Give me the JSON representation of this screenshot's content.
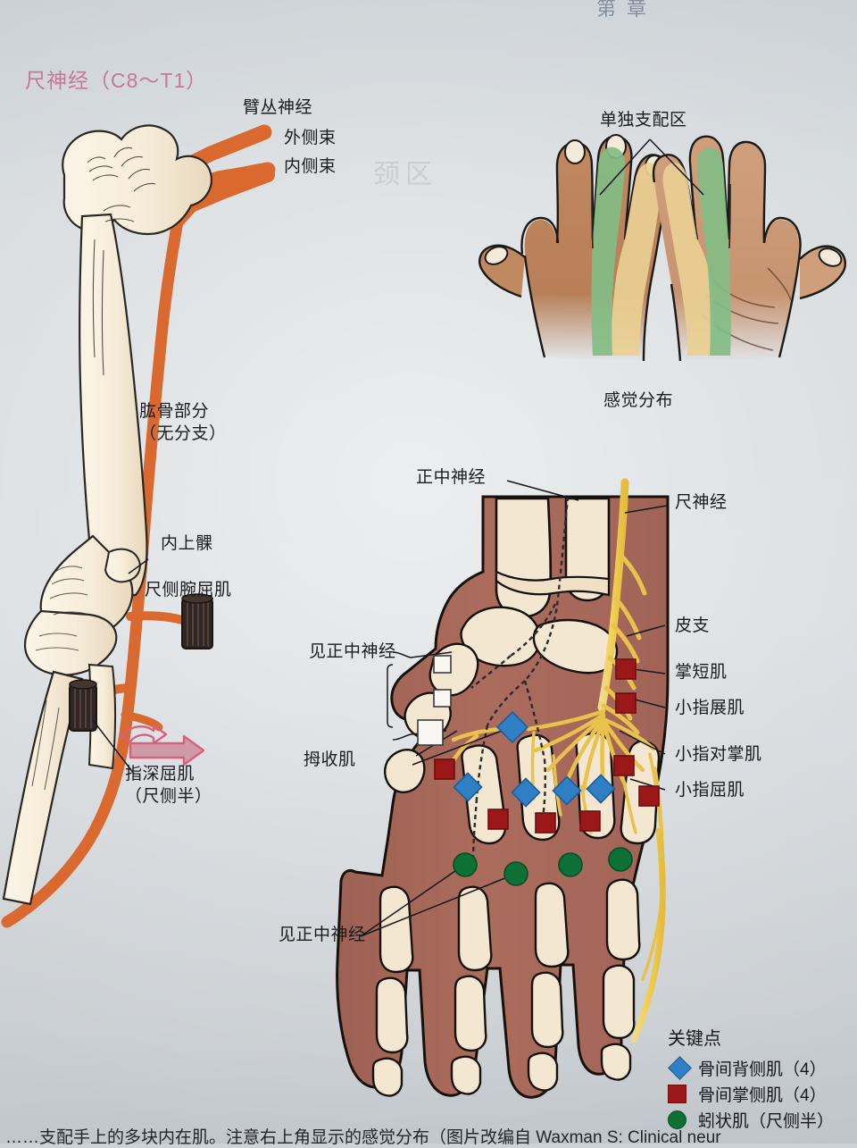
{
  "page": {
    "header_fragment": "第 章",
    "watermark": "颈区",
    "background_color": "#cdd2d6",
    "title": "尺神经（C8～T1）",
    "title_color": "#c4789a"
  },
  "arm_panel": {
    "labels": [
      {
        "id": "brachial-plexus",
        "text": "臂丛神经"
      },
      {
        "id": "lateral-cord",
        "text": "外侧束"
      },
      {
        "id": "medial-cord",
        "text": "内侧束"
      },
      {
        "id": "humeral-part",
        "text": "肱骨部分\n（无分支）"
      },
      {
        "id": "medial-epicondyle",
        "text": "内上髁"
      },
      {
        "id": "fcu",
        "text": "尺侧腕屈肌"
      },
      {
        "id": "fdp",
        "text": "指深屈肌\n（尺侧半）"
      }
    ],
    "nerve_color": "#d9692f",
    "bone_color": "#f7eede",
    "muscle_block_color": "#2e2724",
    "arrow_color": "#d8607f"
  },
  "hands_panel": {
    "top_label": "单独支配区",
    "bottom_label": "感觉分布",
    "skin_color": "#c08a63",
    "palm_color": "#cf9e7c",
    "zone_yellow": "#e9cf93",
    "zone_green": "#83bd86"
  },
  "hand_detail": {
    "hand_color": "#a9685a",
    "bone_color": "#f3e6d2",
    "nerve_color": "#f2cf55",
    "median_dash_color": "#2b2b2b",
    "labels_left": [
      {
        "id": "median-nerve",
        "text": "正中神经"
      },
      {
        "id": "see-median-upper",
        "text": "见正中神经"
      },
      {
        "id": "adductor-pollicis",
        "text": "拇收肌"
      },
      {
        "id": "see-median-lower",
        "text": "见正中神经"
      }
    ],
    "labels_right": [
      {
        "id": "ulnar-nerve",
        "text": "尺神经"
      },
      {
        "id": "cutaneous-branch",
        "text": "皮支"
      },
      {
        "id": "palmaris-brevis",
        "text": "掌短肌"
      },
      {
        "id": "abductor-digiti-min",
        "text": "小指展肌"
      },
      {
        "id": "opponens-digiti-min",
        "text": "小指对掌肌"
      },
      {
        "id": "flexor-digiti-min",
        "text": "小指屈肌"
      }
    ]
  },
  "legend": {
    "title": "关键点",
    "items": [
      {
        "id": "dorsal-interossei",
        "shape": "diamond",
        "color": "#2f7fc4",
        "text": "骨间背侧肌（4）"
      },
      {
        "id": "palmar-interossei",
        "shape": "square",
        "color": "#9c1818",
        "text": "骨间掌侧肌（4）"
      },
      {
        "id": "lumbricals",
        "shape": "circle",
        "color": "#0d7035",
        "text": "蚓状肌（尺侧半）"
      }
    ]
  },
  "caption": {
    "line": "……支配手上的多块内在肌。注意右上角显示的感觉分布（图片改编自 Waxman S: Clinical neur"
  }
}
